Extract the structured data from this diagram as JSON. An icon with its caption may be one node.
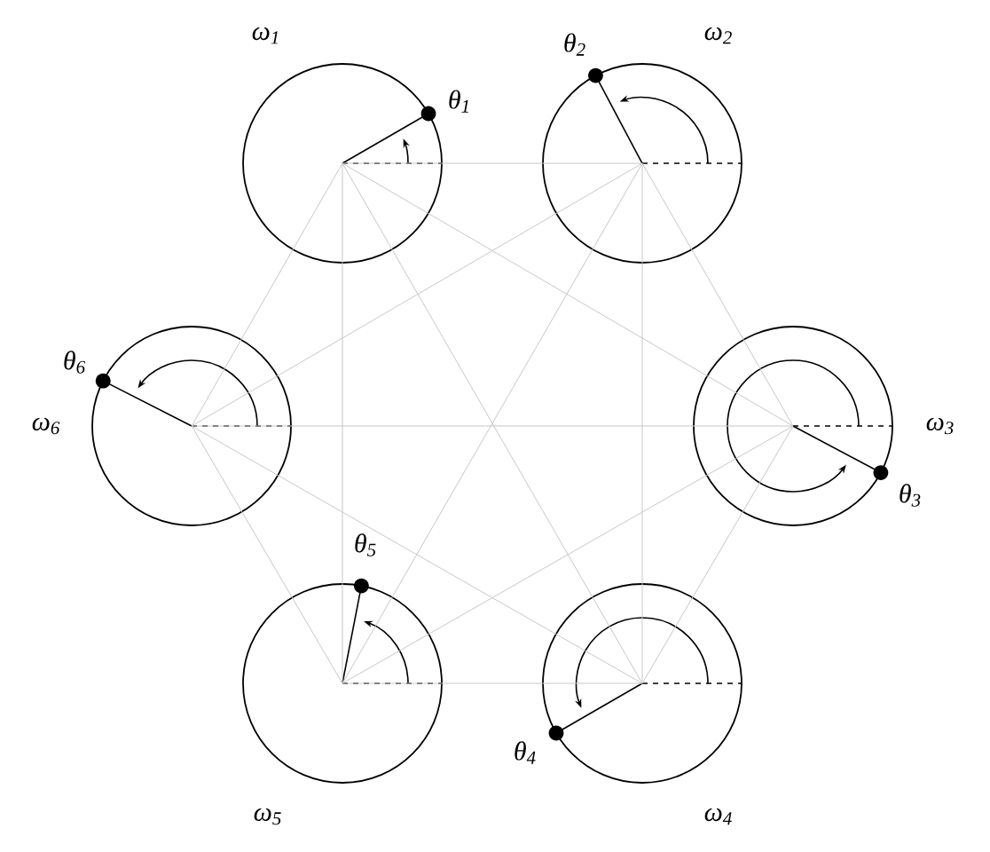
{
  "diagram": {
    "nodes": [
      {
        "text": [],
        "shape": "circle",
        "beside": [
          "ω$_{1}$",
          "θ$_{1}$"
        ]
      },
      {
        "text": [],
        "shape": "circle",
        "beside": [
          "ω$_{2}$",
          "θ$_{2}$"
        ]
      },
      {
        "text": [],
        "shape": "circle",
        "beside": [
          "ω$_{3}$",
          "θ$_{3}$"
        ]
      },
      {
        "text": [],
        "shape": "circle",
        "beside": [
          "ω$_{4}$",
          "θ$_{4}$"
        ]
      },
      {
        "text": [],
        "shape": "circle",
        "beside": [
          "ω$_{5}$",
          "θ$_{5}$"
        ]
      },
      {
        "text": [],
        "shape": "circle",
        "beside": [
          "ω$_{6}$",
          "θ$_{6}$"
        ]
      }
    ],
    "edges": [
      {
        "from": 0,
        "to": 1,
        "arrow": "none"
      },
      {
        "from": 0,
        "to": 2,
        "arrow": "none"
      },
      {
        "from": 0,
        "to": 3,
        "arrow": "none"
      },
      {
        "from": 0,
        "to": 4,
        "arrow": "none"
      },
      {
        "from": 0,
        "to": 5,
        "arrow": "none"
      },
      {
        "from": 1,
        "to": 2,
        "arrow": "none"
      },
      {
        "from": 1,
        "to": 3,
        "arrow": "none"
      },
      {
        "from": 1,
        "to": 4,
        "arrow": "none"
      },
      {
        "from": 1,
        "to": 5,
        "arrow": "none"
      },
      {
        "from": 2,
        "to": 3,
        "arrow": "none"
      },
      {
        "from": 2,
        "to": 4,
        "arrow": "none"
      },
      {
        "from": 2,
        "to": 5,
        "arrow": "none"
      },
      {
        "from": 3,
        "to": 4,
        "arrow": "none"
      },
      {
        "from": 3,
        "to": 5,
        "arrow": "none"
      },
      {
        "from": 4,
        "to": 5,
        "arrow": "none"
      }
    ]
  }
}
